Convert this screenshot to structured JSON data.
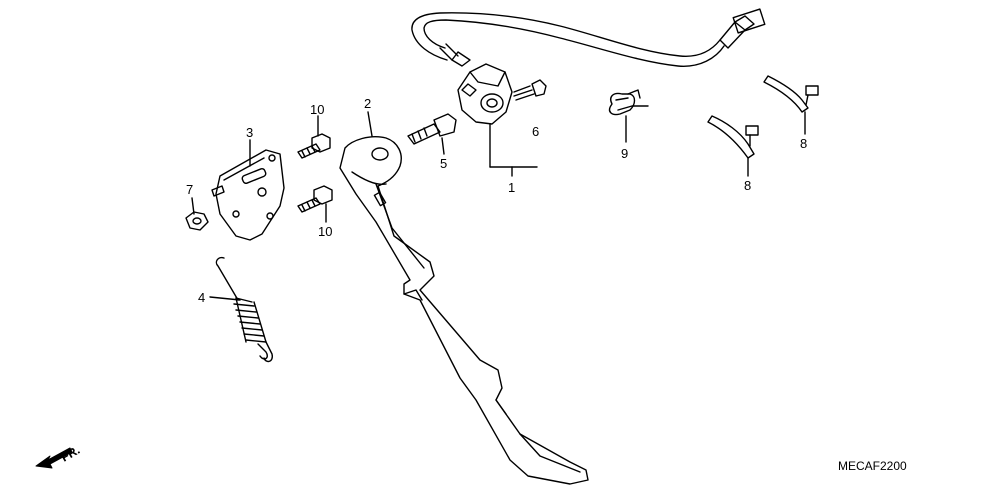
{
  "diagram_code": "MECAF2200",
  "front_marker": "FR.",
  "callouts": {
    "part_1": "1",
    "part_2": "2",
    "part_3": "3",
    "part_4": "4",
    "part_5": "5",
    "part_6": "6",
    "part_7": "7",
    "part_8_a": "8",
    "part_8_b": "8",
    "part_9": "9",
    "part_10_a": "10",
    "part_10_b": "10"
  }
}
